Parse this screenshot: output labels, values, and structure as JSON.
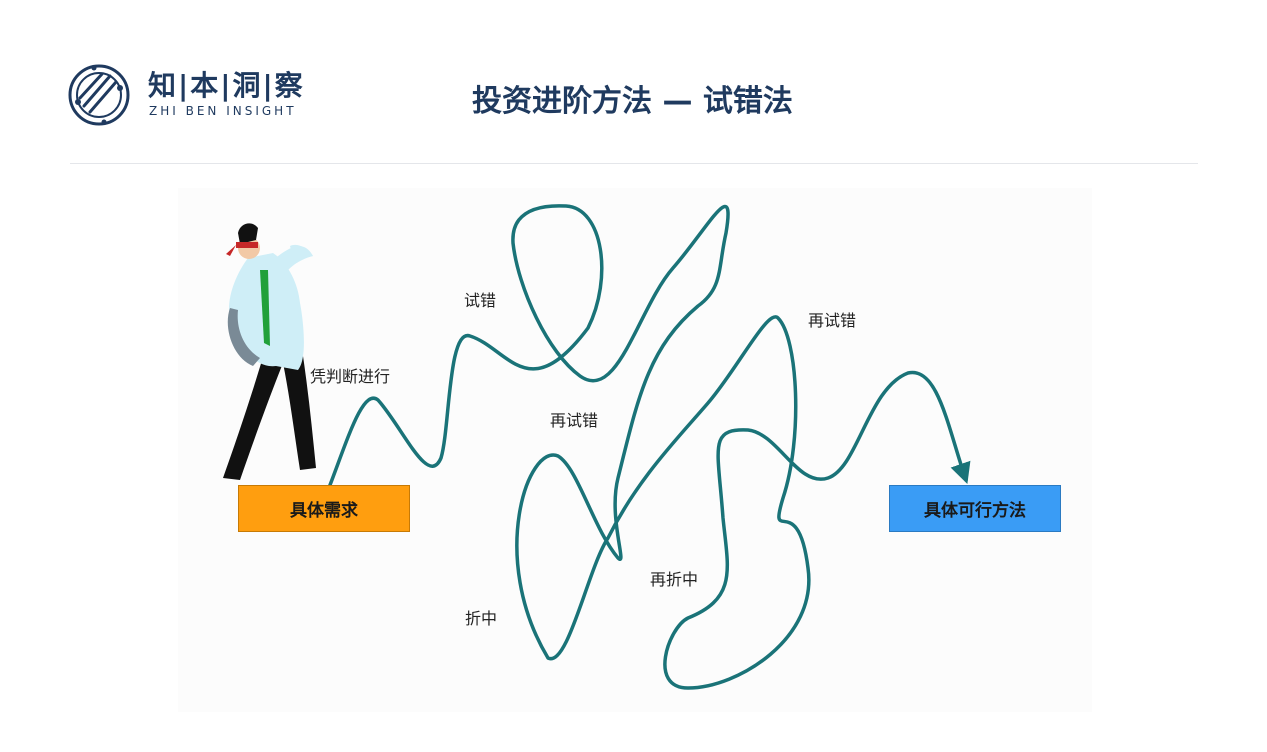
{
  "header": {
    "brand_cn": "知|本|洞|察",
    "brand_en": "ZHI BEN INSIGHT",
    "title": "投资进阶方法 — 试错法"
  },
  "diagram": {
    "start_box": "具体需求",
    "end_box": "具体可行方法",
    "labels": {
      "judgment": "凭判断进行",
      "trial": "试错",
      "retrial_right": "再试错",
      "retrial_center": "再试错",
      "compromise": "折中",
      "recompromise": "再折中"
    },
    "path_color": "#1a7378",
    "figure_icon": "blindfolded-businessman-icon"
  }
}
